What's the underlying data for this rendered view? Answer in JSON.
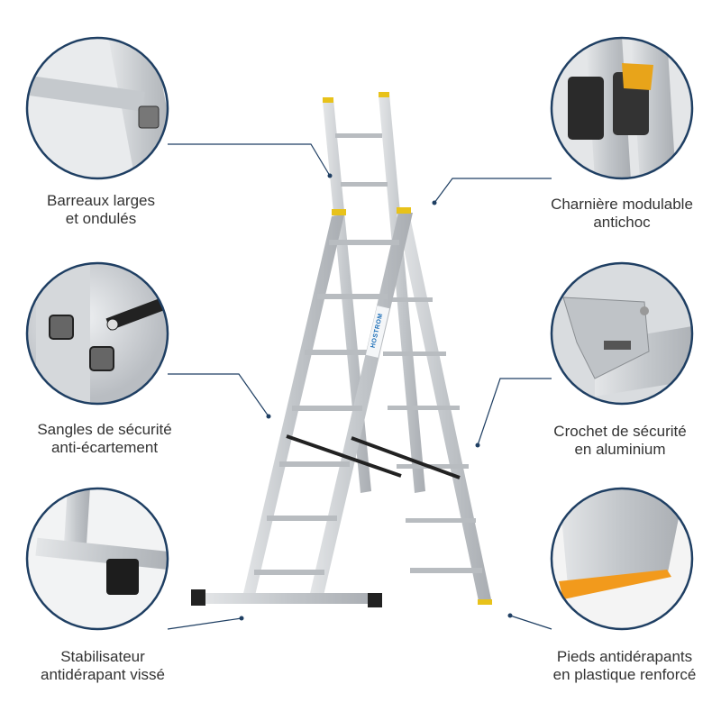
{
  "features": [
    {
      "line1": "Barreaux larges",
      "line2": "et ondulés"
    },
    {
      "line1": "Charnière modulable",
      "line2": "antichoc"
    },
    {
      "line1": "Sangles de sécurité",
      "line2": "anti-écartement"
    },
    {
      "line1": "Crochet de sécurité",
      "line2": "en aluminium"
    },
    {
      "line1": "Stabilisateur",
      "line2": "antidérapant vissé"
    },
    {
      "line1": "Pieds antidérapants",
      "line2": "en plastique renforcé"
    }
  ],
  "brand": "HOSTROM",
  "colors": {
    "ring": "#1f3f63",
    "line": "#1f3f63",
    "rail": "#c9ccd0",
    "cap": "#e8c21a",
    "strap": "#222222",
    "foot": "#f29a1c"
  }
}
